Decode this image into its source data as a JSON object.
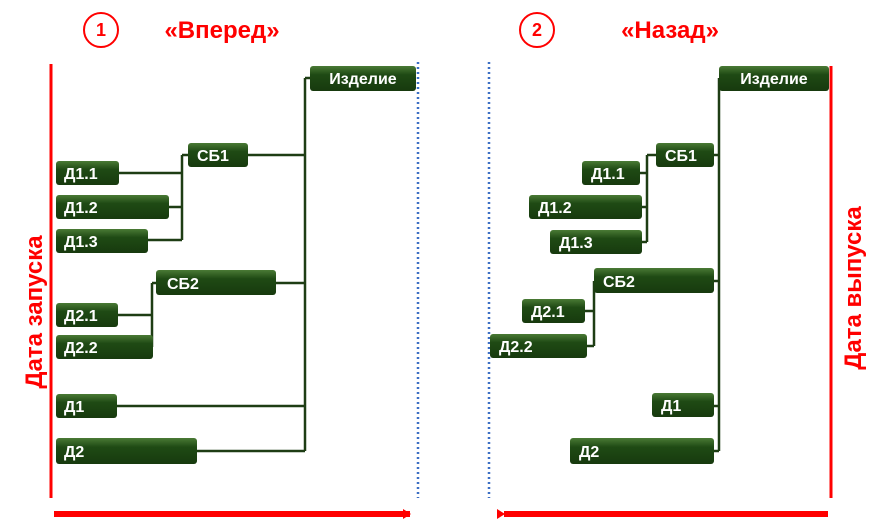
{
  "colors": {
    "bar_fill": "#1f4a14",
    "bar_fill_light": "#3d6b2a",
    "connector": "#1e3d14",
    "accent_red": "#ff0000",
    "dotted_blue": "#3b6fc4"
  },
  "panels": [
    {
      "number": "1",
      "title": "«Вперед»",
      "side_label": "Дата запуска",
      "items": {
        "product": "Изделие",
        "sb1": "СБ1",
        "d11": "Д1.1",
        "d12": "Д1.2",
        "d13": "Д1.3",
        "sb2": "СБ2",
        "d21": "Д2.1",
        "d22": "Д2.2",
        "d1": "Д1",
        "d2": "Д2"
      }
    },
    {
      "number": "2",
      "title": "«Назад»",
      "side_label": "Дата выпуска",
      "items": {
        "product": "Изделие",
        "sb1": "СБ1",
        "d11": "Д1.1",
        "d12": "Д1.2",
        "d13": "Д1.3",
        "sb2": "СБ2",
        "d21": "Д2.1",
        "d22": "Д2.2",
        "d1": "Д1",
        "d2": "Д2"
      }
    }
  ]
}
